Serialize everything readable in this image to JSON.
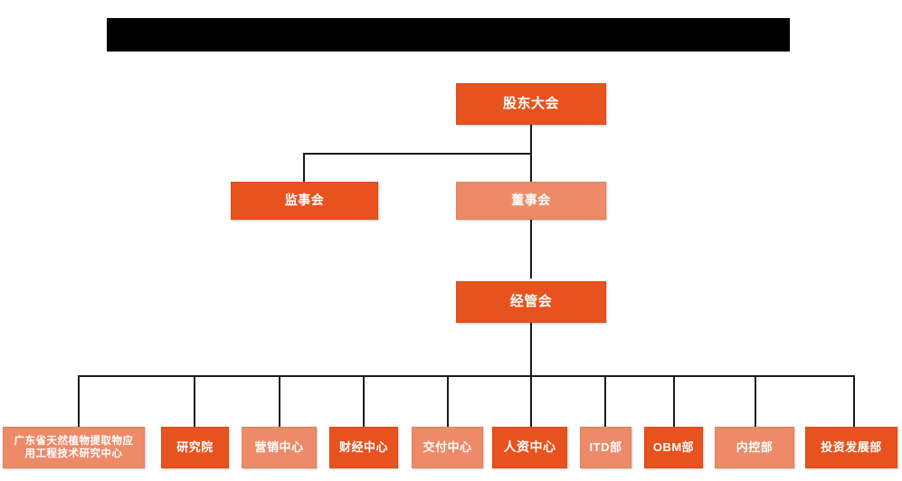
{
  "diagram": {
    "type": "org-chart",
    "title_bar": {
      "redacted": true,
      "text": ""
    },
    "colors": {
      "dark_orange": "#E8521E",
      "light_orange": "#ED8A68",
      "connector": "#1a1a1a",
      "background": "#FFFFFF",
      "redaction": "#000000",
      "text": "#FFFFFF"
    },
    "levels": [
      {
        "level": 1,
        "nodes": [
          {
            "id": "shareholders",
            "label": "股东大会",
            "shade": "dark"
          }
        ]
      },
      {
        "level": 2,
        "nodes": [
          {
            "id": "supervisors",
            "label": "监事会",
            "shade": "dark"
          },
          {
            "id": "directors",
            "label": "董事会",
            "shade": "light"
          }
        ]
      },
      {
        "level": 3,
        "nodes": [
          {
            "id": "management",
            "label": "经管会",
            "shade": "dark"
          }
        ]
      },
      {
        "level": 4,
        "nodes": [
          {
            "id": "research-center",
            "label": "广东省天然植物提取物应\n用工程技术研究中心",
            "line1": "广东省天然植物提取物应",
            "line2": "用工程技术研究中心",
            "shade": "light"
          },
          {
            "id": "institute",
            "label": "研究院",
            "shade": "dark"
          },
          {
            "id": "marketing-center",
            "label": "营销中心",
            "shade": "light"
          },
          {
            "id": "finance-center",
            "label": "财经中心",
            "shade": "dark"
          },
          {
            "id": "delivery-center",
            "label": "交付中心",
            "shade": "light"
          },
          {
            "id": "hr-center",
            "label": "人资中心",
            "shade": "dark"
          },
          {
            "id": "itd-dept",
            "label": "ITD部",
            "shade": "light"
          },
          {
            "id": "obm-dept",
            "label": "OBM部",
            "shade": "dark"
          },
          {
            "id": "internal-control-dept",
            "label": "内控部",
            "shade": "light"
          },
          {
            "id": "investment-development-dept",
            "label": "投资发展部",
            "shade": "dark"
          }
        ]
      }
    ],
    "edges": [
      {
        "from": "shareholders",
        "to": "supervisors"
      },
      {
        "from": "shareholders",
        "to": "directors"
      },
      {
        "from": "directors",
        "to": "management"
      },
      {
        "from": "management",
        "to": "research-center"
      },
      {
        "from": "management",
        "to": "institute"
      },
      {
        "from": "management",
        "to": "marketing-center"
      },
      {
        "from": "management",
        "to": "finance-center"
      },
      {
        "from": "management",
        "to": "delivery-center"
      },
      {
        "from": "management",
        "to": "hr-center"
      },
      {
        "from": "management",
        "to": "itd-dept"
      },
      {
        "from": "management",
        "to": "obm-dept"
      },
      {
        "from": "management",
        "to": "internal-control-dept"
      },
      {
        "from": "management",
        "to": "investment-development-dept"
      }
    ]
  }
}
